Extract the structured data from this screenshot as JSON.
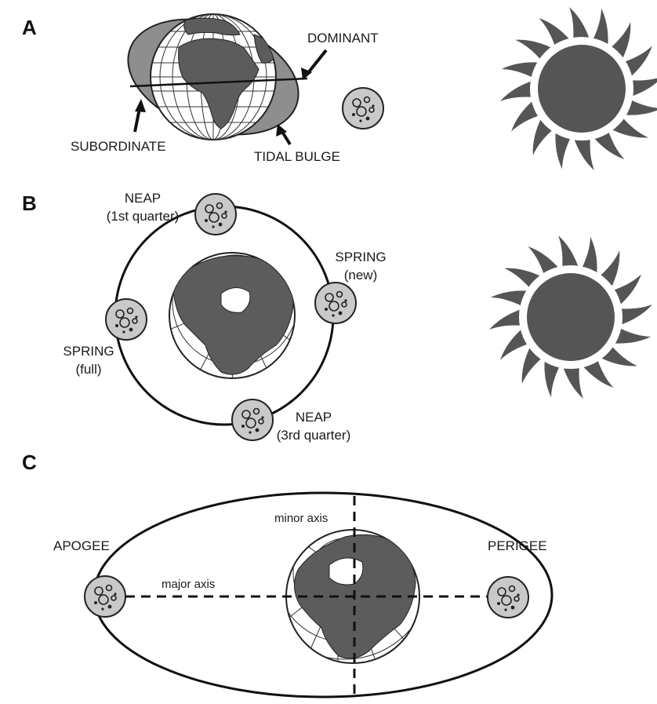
{
  "panels": {
    "a": {
      "letter": "A",
      "labels": {
        "dominant": "DOMINANT",
        "subordinate": "SUBORDINATE",
        "tidal_bulge": "TIDAL BULGE"
      }
    },
    "b": {
      "letter": "B",
      "labels": {
        "neap_first_title": "NEAP",
        "neap_first_sub": "(1st quarter)",
        "spring_new_title": "SPRING",
        "spring_new_sub": "(new)",
        "spring_full_title": "SPRING",
        "spring_full_sub": "(full)",
        "neap_third_title": "NEAP",
        "neap_third_sub": "(3rd quarter)"
      }
    },
    "c": {
      "letter": "C",
      "labels": {
        "apogee": "APOGEE",
        "perigee": "PERIGEE",
        "minor_axis": "minor axis",
        "major_axis": "major axis"
      }
    }
  },
  "colors": {
    "ink": "#1a1a1a",
    "land": "#5c5c5c",
    "bulge": "#8e8e8e",
    "moon_fill": "#c9c9c9",
    "sun_fill": "#555555"
  },
  "icons": [
    "earth-globe-icon",
    "moon-icon",
    "sun-icon"
  ]
}
